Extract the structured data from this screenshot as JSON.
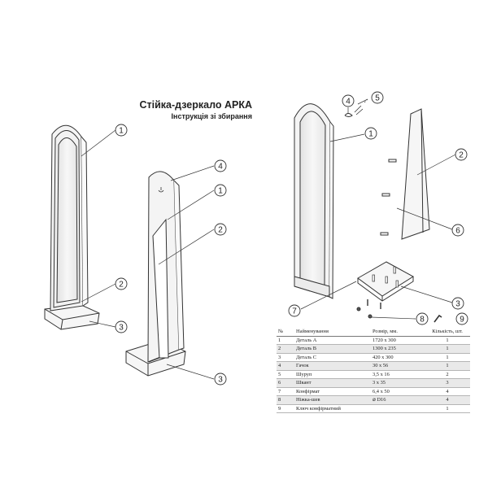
{
  "title": "Стійка-дзеркало АРКА",
  "subtitle": "Інструкція зі збирання",
  "callouts": {
    "left": [
      "1",
      "2",
      "3"
    ],
    "middle": [
      "4",
      "1",
      "2",
      "3"
    ],
    "right": [
      "4",
      "5",
      "1",
      "2",
      "6",
      "3",
      "7",
      "8",
      "9"
    ]
  },
  "table": {
    "headers": [
      "№",
      "Найменування",
      "Розмір, мм.",
      "Кількість, шт."
    ],
    "rows": [
      [
        "1",
        "Деталь А",
        "1720 x 300",
        "1"
      ],
      [
        "2",
        "Деталь В",
        "1300 x 235",
        "1"
      ],
      [
        "3",
        "Деталь С",
        "420 x 300",
        "1"
      ],
      [
        "4",
        "Гачок",
        "30 x 56",
        "1"
      ],
      [
        "5",
        "Шуруп",
        "3,5 x 16",
        "2"
      ],
      [
        "6",
        "Шкант",
        "3 x 35",
        "3"
      ],
      [
        "7",
        "Конфірмат",
        "6,4 x 50",
        "4"
      ],
      [
        "8",
        "Ніжка-шев",
        "⌀ D16",
        "4"
      ],
      [
        "9",
        "Ключ конфірматний",
        "",
        "1"
      ]
    ]
  },
  "colors": {
    "line": "#333333",
    "mirror": "#ececec",
    "panel": "#f6f6f6"
  }
}
